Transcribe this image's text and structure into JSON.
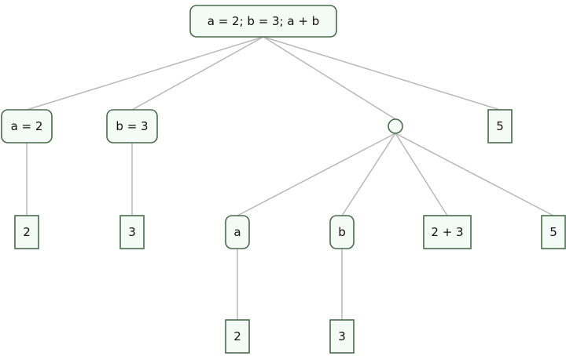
{
  "tree": {
    "nodes": [
      {
        "id": "n0",
        "label": "a = 2; b = 3; a + b",
        "kind": "expr"
      },
      {
        "id": "n1",
        "label": "a = 2",
        "kind": "expr"
      },
      {
        "id": "n2",
        "label": "b = 3",
        "kind": "expr"
      },
      {
        "id": "n3",
        "label": "",
        "kind": "circle"
      },
      {
        "id": "n4",
        "label": "5",
        "kind": "value"
      },
      {
        "id": "n5",
        "label": "2",
        "kind": "value"
      },
      {
        "id": "n6",
        "label": "3",
        "kind": "value"
      },
      {
        "id": "n7",
        "label": "a",
        "kind": "expr"
      },
      {
        "id": "n8",
        "label": "b",
        "kind": "expr"
      },
      {
        "id": "n9",
        "label": "2 + 3",
        "kind": "value"
      },
      {
        "id": "n10",
        "label": "5",
        "kind": "value"
      },
      {
        "id": "n11",
        "label": "2",
        "kind": "value"
      },
      {
        "id": "n12",
        "label": "3",
        "kind": "value"
      }
    ],
    "edges": [
      [
        "n0",
        "n1"
      ],
      [
        "n0",
        "n2"
      ],
      [
        "n0",
        "n3"
      ],
      [
        "n0",
        "n4"
      ],
      [
        "n1",
        "n5"
      ],
      [
        "n2",
        "n6"
      ],
      [
        "n3",
        "n7"
      ],
      [
        "n3",
        "n8"
      ],
      [
        "n3",
        "n9"
      ],
      [
        "n3",
        "n10"
      ],
      [
        "n7",
        "n11"
      ],
      [
        "n8",
        "n12"
      ]
    ]
  }
}
